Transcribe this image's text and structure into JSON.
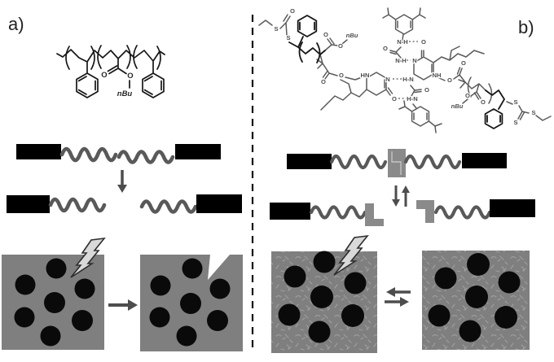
{
  "figure": {
    "description": "Two-panel scheme comparing covalent block copolymer (a) with supramolecular UPy hydrogen-bonded copolymer (b): chain scission vs reversible dissociation and bulk damage vs self-healing",
    "panel_a_label": "a)",
    "panel_b_label": "b)"
  },
  "chem_a": {
    "name": "polystyrene-b-poly(n-butyl acrylate)-b-polystyrene",
    "labels": {
      "carbonyl_o": "O",
      "ester_o": "O",
      "nbu": "nBu"
    }
  },
  "chem_b": {
    "name": "trithiocarbonate-ended poly(n-butyl acrylate) with quadruple hydrogen-bonding ureidopyrimidinone dimer",
    "labels": {
      "s1": "S",
      "o1": "O",
      "s2": "S",
      "o2": "O",
      "o3": "O",
      "nbu_left": "nBu",
      "o4": "O",
      "o5": "O",
      "row1_nh": "N-H",
      "row1_o": "O",
      "urea_left_o": "O",
      "row2_nh": "N-H",
      "row2_n": "N",
      "hn": "HN",
      "row3_n": "N",
      "row3_hn": "H-N",
      "nh": "NH",
      "row4_o": "O",
      "row4_hn": "H-N",
      "urea_right_o": "O",
      "o6": "O",
      "o7": "O",
      "o8": "O",
      "o9": "O",
      "nbu_right": "nBu",
      "s3": "S",
      "s4": "S",
      "s5": "S"
    }
  },
  "colors": {
    "background": "#ffffff",
    "hard_block": "#000000",
    "soft_chain": "#595959",
    "matrix_gray": "#7f7f7f",
    "upy_connector": "#8a8a8a",
    "bolt_fill": "#d9d9d9",
    "bolt_outline": "#2e2e2e",
    "arrow": "#4d4d4d",
    "divider": "#111111",
    "structure_gray": "#5a5a5a",
    "structure_black": "#161616"
  }
}
